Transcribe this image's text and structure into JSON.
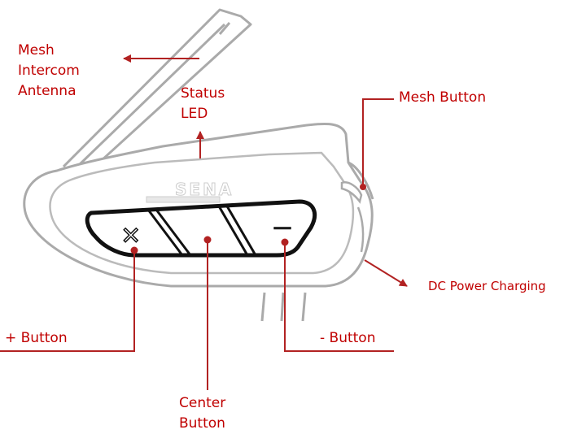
{
  "device": {
    "brand_text": "SENA",
    "plus_symbol": "+",
    "minus_symbol": "—",
    "colors": {
      "outline": "#b0b0b0",
      "panel": "#ffffff",
      "button_face": "#111111",
      "label": "#c00000",
      "leader": "#b22222"
    }
  },
  "labels": {
    "mesh_antenna_1": "Mesh",
    "mesh_antenna_2": "Intercom",
    "mesh_antenna_3": "Antenna",
    "status_led_1": "Status",
    "status_led_2": "LED",
    "mesh_button": "Mesh Button",
    "dc_power": "DC Power Charging",
    "plus_button": "+ Button",
    "center_button_1": "Center",
    "center_button_2": "Button",
    "minus_button": "- Button"
  }
}
